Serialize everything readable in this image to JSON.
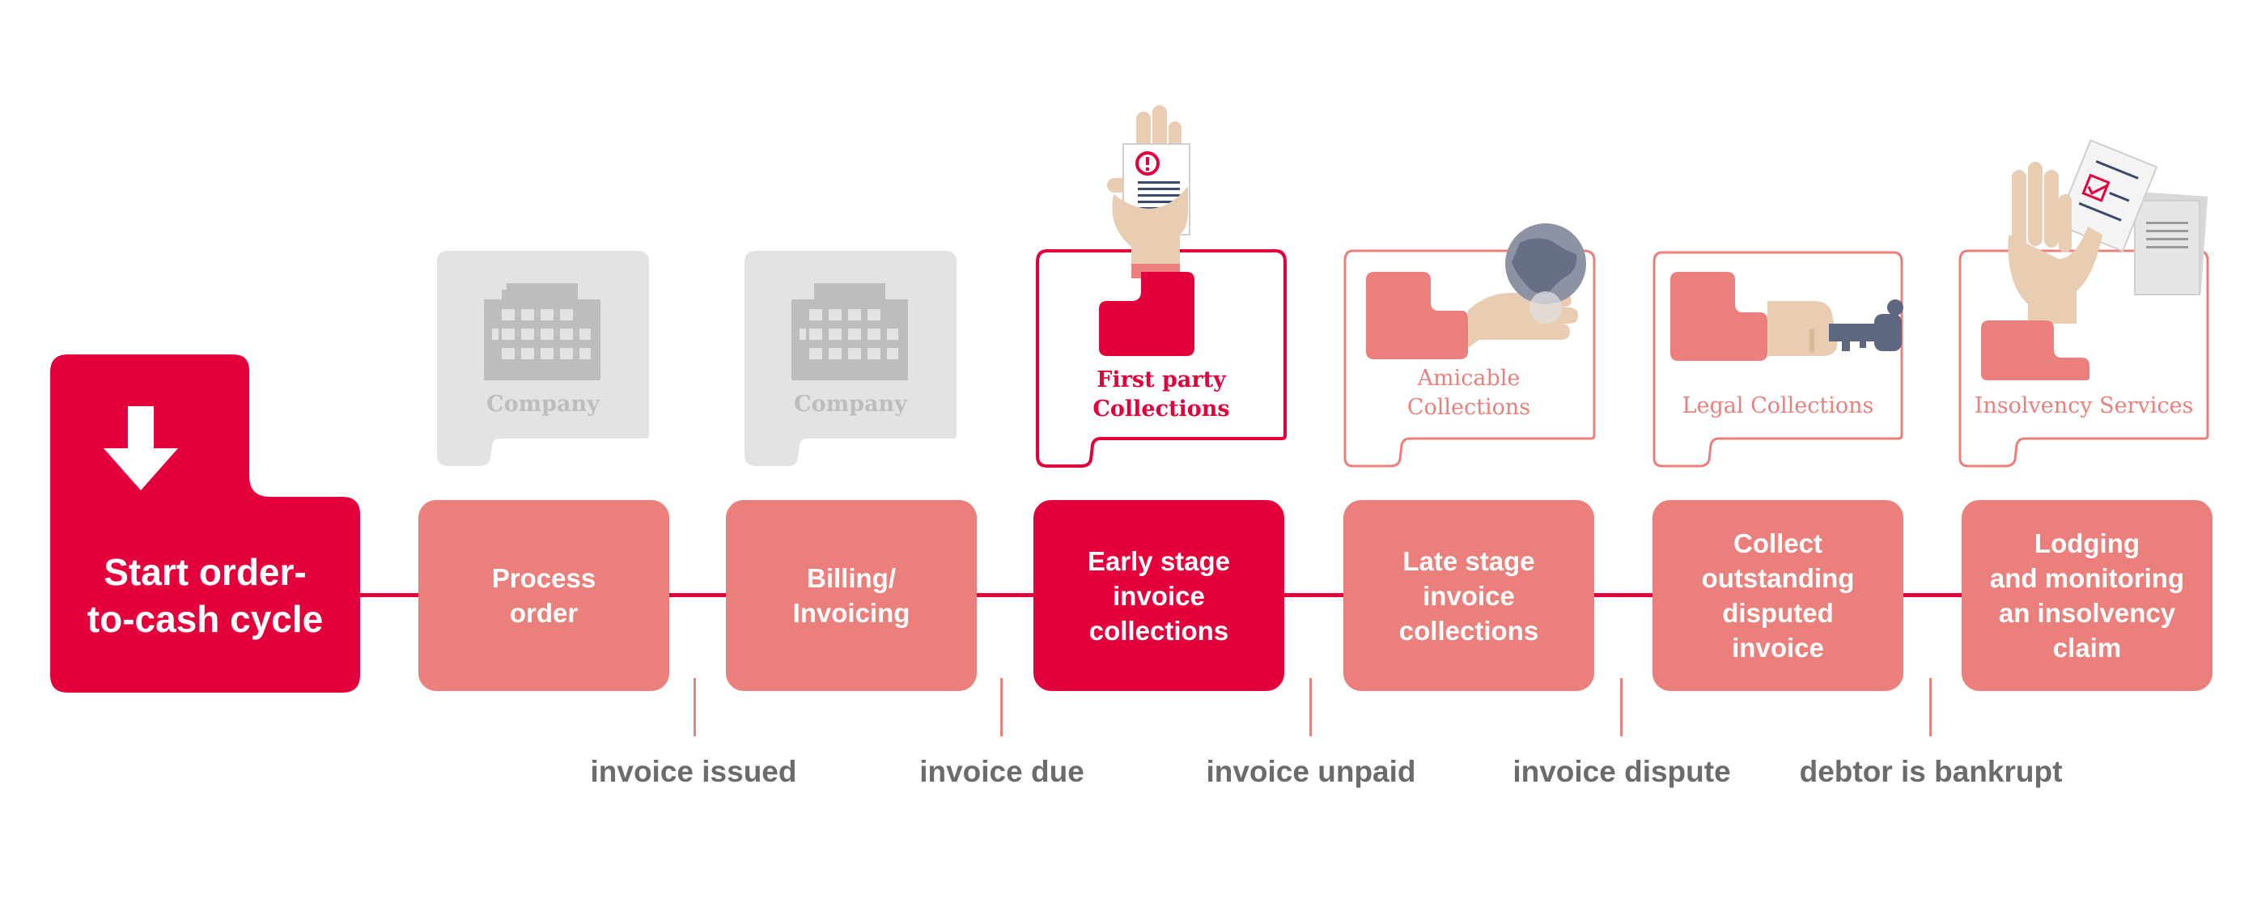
{
  "start": {
    "label": "Start order-\nto-cash cycle",
    "icon": "arrow-down-icon"
  },
  "colors": {
    "primary": "#e4003a",
    "secondary": "#ea7f7b",
    "gray_card": "#e3e3e3",
    "gray_building": "#bdbdbd",
    "event_text": "#6b6b6b"
  },
  "steps": [
    {
      "label": "Process\norder"
    },
    {
      "label": "Billing/\nInvoicing"
    },
    {
      "label": "Early stage\ninvoice\ncollections"
    },
    {
      "label": "Late stage\ninvoice\ncollections"
    },
    {
      "label": "Collect\noutstanding\ndisputed\ninvoice"
    },
    {
      "label": "Lodging\nand monitoring\nan insolvency\nclaim"
    }
  ],
  "events": [
    {
      "label": "invoice issued"
    },
    {
      "label": "invoice due"
    },
    {
      "label": "invoice unpaid"
    },
    {
      "label": "invoice dispute"
    },
    {
      "label": "debtor is bankrupt"
    }
  ],
  "cards": [
    {
      "label": "Company",
      "icon": "building-icon"
    },
    {
      "label": "Company",
      "icon": "building-icon"
    },
    {
      "label": "First party\nCollections",
      "icon": "hand-holding-invoice-icon"
    },
    {
      "label": "Amicable\nCollections",
      "icon": "hand-holding-globe-icon"
    },
    {
      "label": "Legal Collections",
      "icon": "hand-with-key-icon"
    },
    {
      "label": "Insolvency Services",
      "icon": "hand-holding-documents-icon"
    }
  ]
}
